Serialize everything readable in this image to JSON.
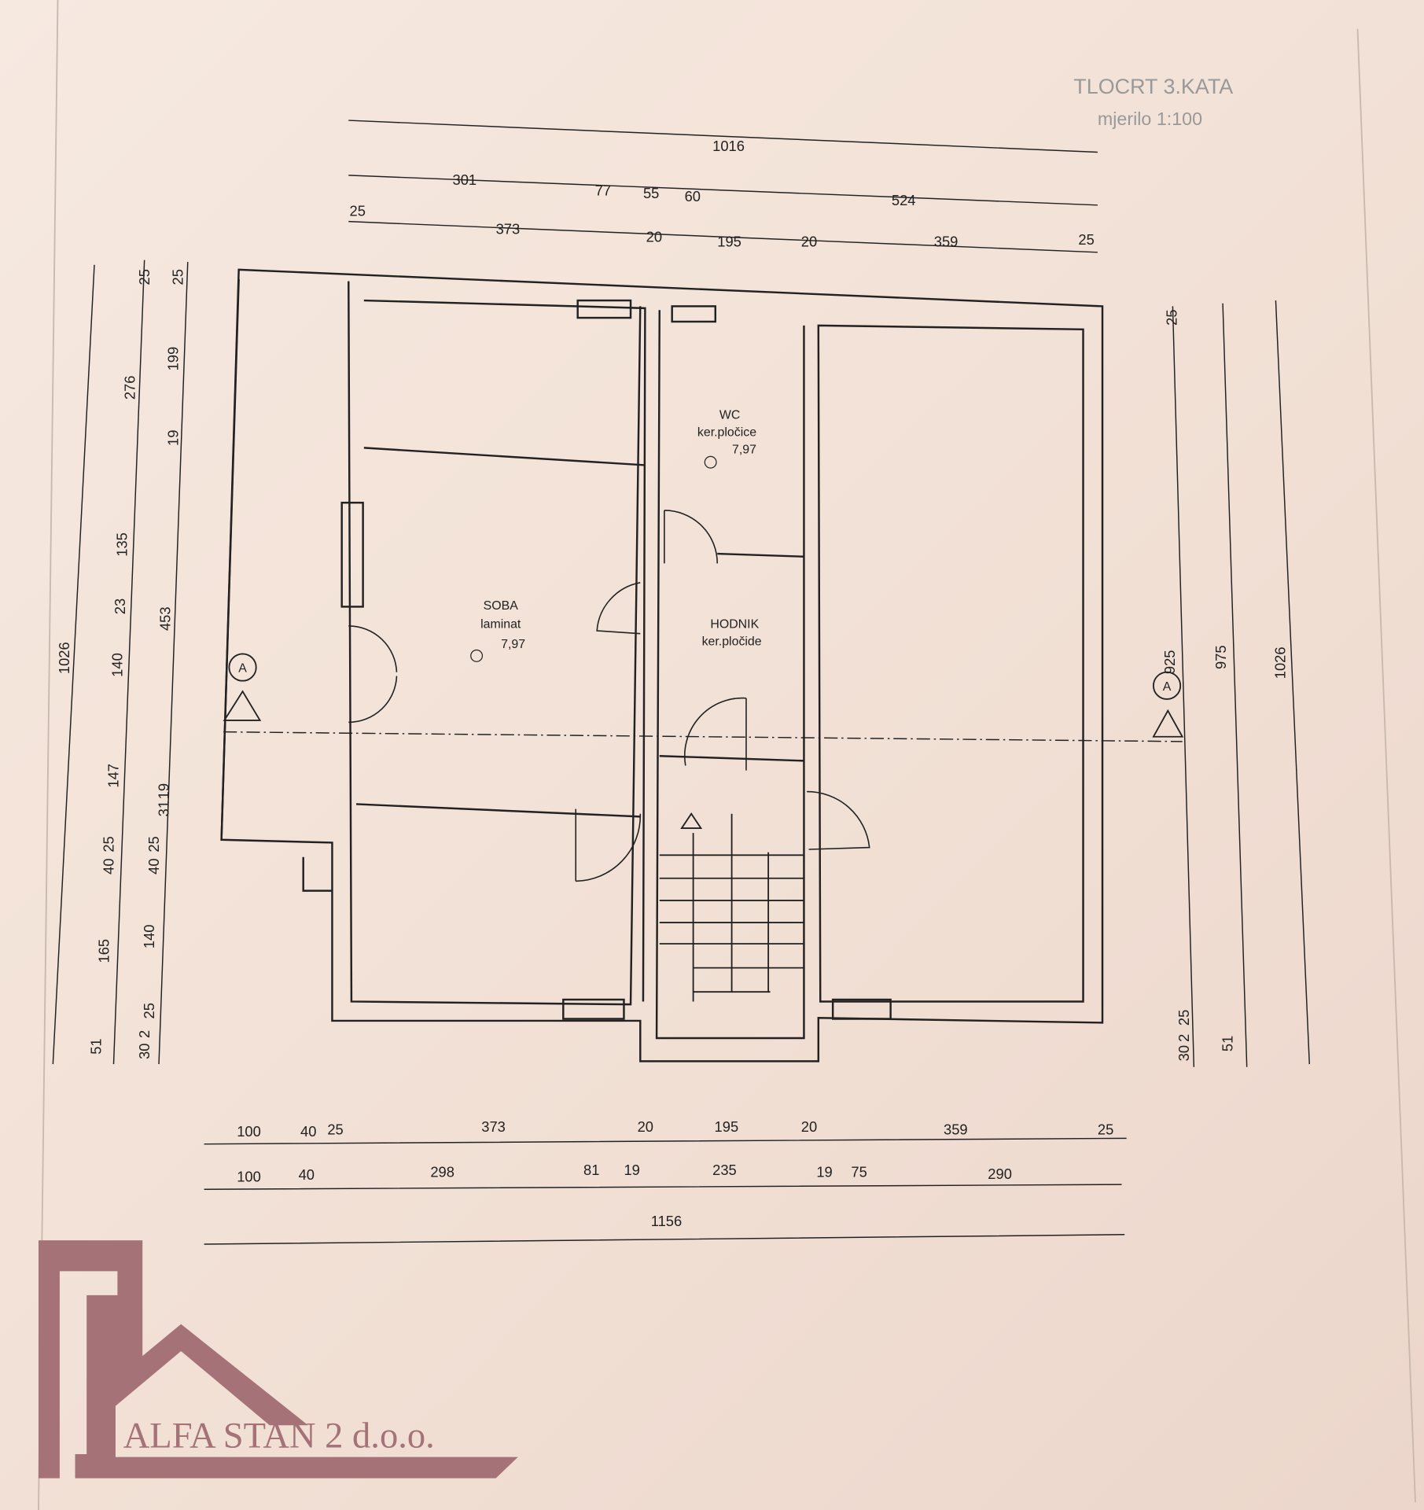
{
  "title": {
    "heading": "TLOCRT 3.KATA",
    "scale": "mjerilo 1:100"
  },
  "rooms": {
    "wc": {
      "name": "WC",
      "floor": "ker.pločice",
      "level": "7,97"
    },
    "soba": {
      "name": "SOBA",
      "floor": "laminat",
      "level": "7,97"
    },
    "hodnik": {
      "name": "HODNIK",
      "floor": "ker.pločide"
    }
  },
  "section_marker": "A",
  "dims": {
    "top1": [
      "1016"
    ],
    "top2": [
      "301",
      "77",
      "55",
      "60",
      "524"
    ],
    "top3": [
      "25",
      "373",
      "20",
      "195",
      "20",
      "359",
      "25"
    ],
    "bottom1": [
      "100",
      "40",
      "25",
      "373",
      "20",
      "195",
      "20",
      "359",
      "25"
    ],
    "bottom2": [
      "100",
      "40",
      "298",
      "81",
      "19",
      "235",
      "19",
      "75",
      "290"
    ],
    "bottom3": [
      "1156"
    ],
    "left1": [
      "1026"
    ],
    "left2": [
      "276",
      "135",
      "23",
      "140",
      "147",
      "40",
      "25",
      "165",
      "51"
    ],
    "left3": [
      "199",
      "19",
      "453",
      "31",
      "19",
      "40",
      "25",
      "140",
      "25",
      "30",
      "2",
      "25",
      "25"
    ],
    "right": [
      "25",
      "925",
      "975",
      "1026",
      "30",
      "2",
      "25",
      "51"
    ]
  },
  "logo": {
    "text": "ALFA STAN 2 d.o.o.",
    "color": "#a57278"
  }
}
